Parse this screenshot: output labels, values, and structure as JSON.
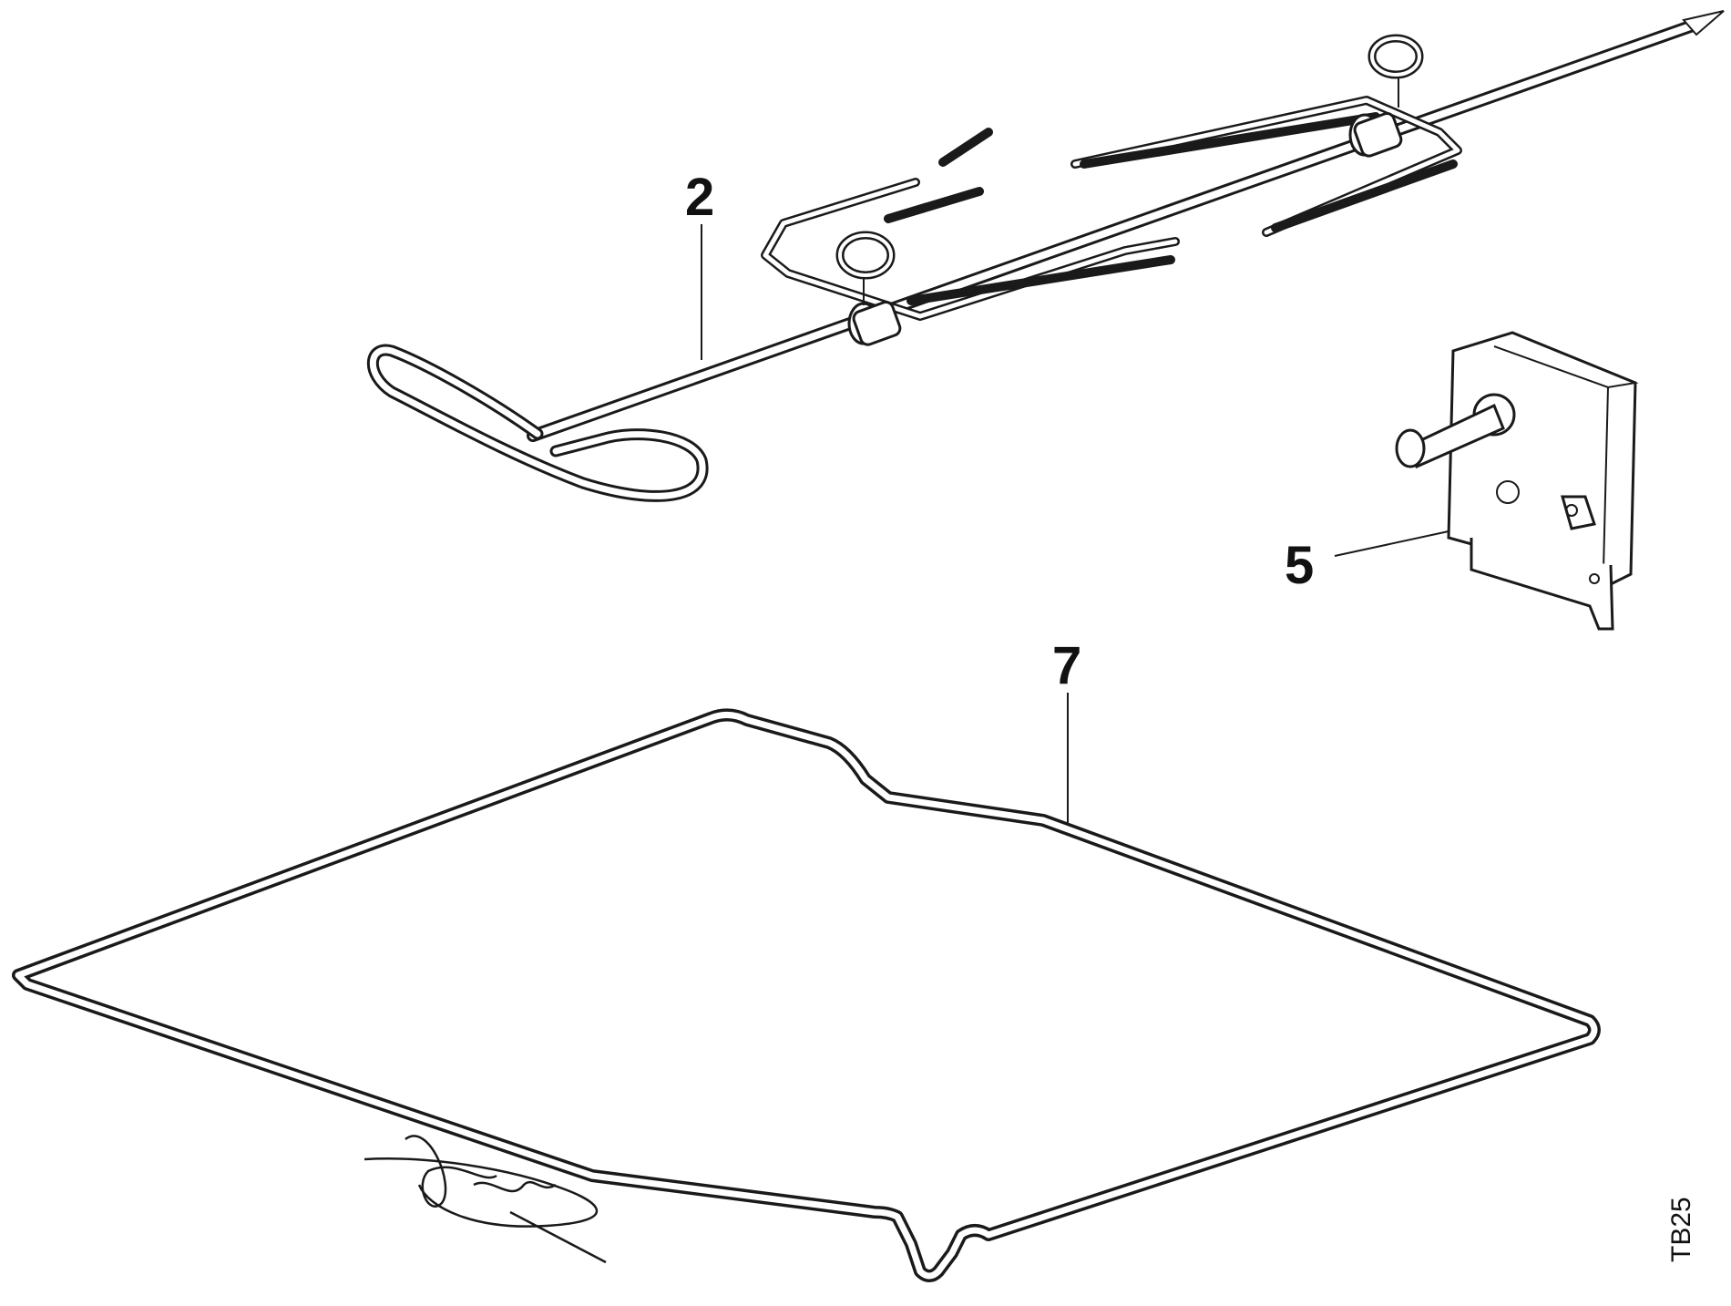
{
  "diagram": {
    "drawing_code": "TB25",
    "parts": [
      {
        "callout": "2",
        "item": "rotisserie-spit"
      },
      {
        "callout": "5",
        "item": "spit-motor"
      },
      {
        "callout": "7",
        "item": "heating-element"
      }
    ]
  },
  "colors": {
    "ink": "#1a1a1a",
    "background": "#ffffff"
  }
}
